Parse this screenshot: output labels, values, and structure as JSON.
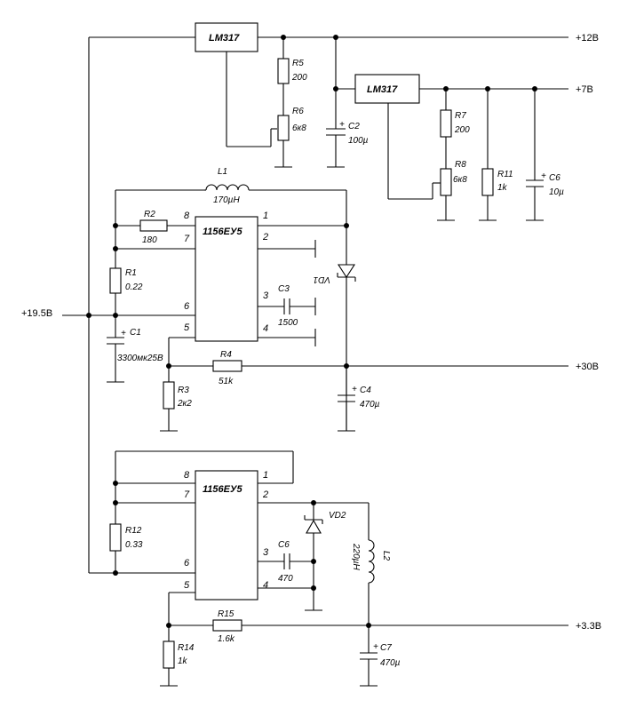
{
  "rails": {
    "p12": "+12В",
    "p7": "+7В",
    "p30": "+30В",
    "p33": "+3.3В",
    "in": "+19.5В"
  },
  "ics": {
    "u1": "LM317",
    "u2": "LM317",
    "u3": "1156ЕУ5",
    "u4": "1156ЕУ5"
  },
  "components": {
    "R5": {
      "ref": "R5",
      "value": "200"
    },
    "R6": {
      "ref": "R6",
      "value": "6к8"
    },
    "R7": {
      "ref": "R7",
      "value": "200"
    },
    "R8": {
      "ref": "R8",
      "value": "6к8"
    },
    "R11": {
      "ref": "R11",
      "value": "1k"
    },
    "C2": {
      "ref": "C2",
      "value": "100µ"
    },
    "C6b": {
      "ref": "C6",
      "value": "10µ"
    },
    "L1": {
      "ref": "L1",
      "value": "170µH"
    },
    "R2": {
      "ref": "R2",
      "value": "180"
    },
    "R1": {
      "ref": "R1",
      "value": "0.22"
    },
    "C1": {
      "ref": "C1",
      "value": "3300мк25В"
    },
    "C3": {
      "ref": "C3",
      "value": "1500"
    },
    "VD1": {
      "ref": "VD1"
    },
    "R4": {
      "ref": "R4",
      "value": "51k"
    },
    "R3": {
      "ref": "R3",
      "value": "2к2"
    },
    "C4": {
      "ref": "C4",
      "value": "470µ"
    },
    "R12": {
      "ref": "R12",
      "value": "0.33"
    },
    "C6": {
      "ref": "C6",
      "value": "470"
    },
    "VD2": {
      "ref": "VD2"
    },
    "L2": {
      "ref": "L2",
      "value": "220µH"
    },
    "R15": {
      "ref": "R15",
      "value": "1.6k"
    },
    "R14": {
      "ref": "R14",
      "value": "1k"
    },
    "C7": {
      "ref": "C7",
      "value": "470µ"
    }
  },
  "pins": {
    "p1": "1",
    "p2": "2",
    "p3": "3",
    "p4": "4",
    "p5": "5",
    "p6": "6",
    "p7": "7",
    "p8": "8"
  },
  "polarity": "+"
}
